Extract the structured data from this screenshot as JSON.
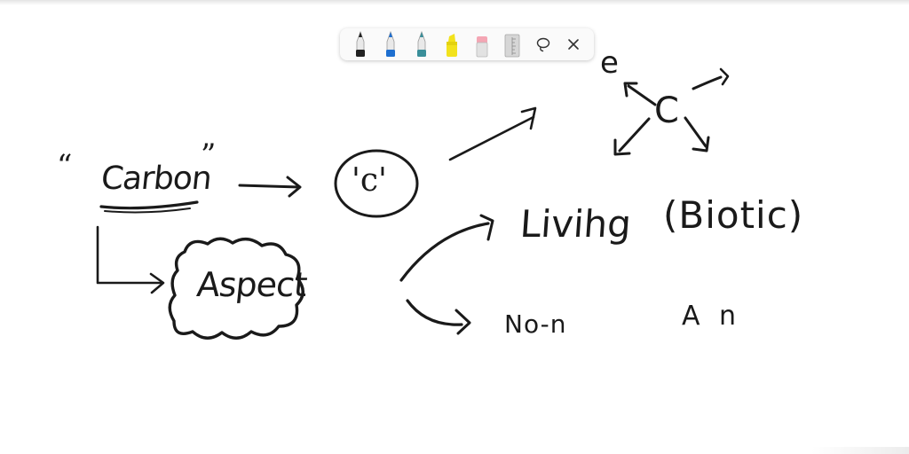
{
  "toolbar": {
    "tools": [
      {
        "name": "pen-black-icon",
        "color": "#222222"
      },
      {
        "name": "pen-blue-icon",
        "color": "#1e6fd0"
      },
      {
        "name": "pen-teal-icon",
        "color": "#3a8f9a"
      },
      {
        "name": "highlighter-yellow-icon",
        "color": "#f2e21c"
      },
      {
        "name": "eraser-icon",
        "color": "#f4a6b4"
      },
      {
        "name": "ruler-icon",
        "color": "#bdbdbd"
      },
      {
        "name": "lasso-select-icon"
      },
      {
        "name": "close-icon"
      }
    ]
  },
  "whiteboard": {
    "quote_open": "“",
    "word_carbon": "Carbon",
    "quote_close": "”",
    "circle_label": "'c'",
    "aspect_label": "Aspect",
    "center_c": "C",
    "e_label": "e",
    "living_label": "Livihg",
    "biotic_label": "(Biotic)",
    "non_label": "No-n",
    "a_label": "A n"
  }
}
